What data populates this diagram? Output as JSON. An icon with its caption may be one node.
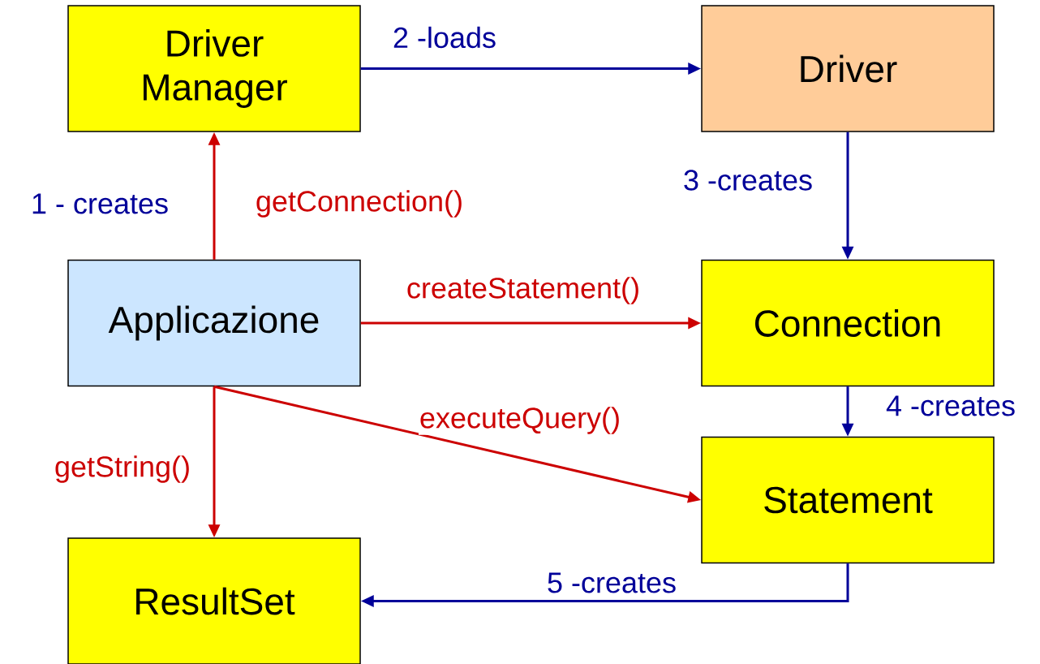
{
  "diagram": {
    "nodes": [
      {
        "text": [
          "Driver Manager"
        ]
      },
      {
        "text": [
          "Driver"
        ]
      },
      {
        "text": [
          "Applicazione"
        ]
      },
      {
        "text": [
          "Connection"
        ]
      },
      {
        "text": [
          "Statement"
        ]
      },
      {
        "text": [
          "ResultSet"
        ]
      }
    ],
    "edges": [
      {
        "from": 0,
        "to": 1,
        "arrow": "to",
        "label": "2 -loads",
        "color": "#000099"
      },
      {
        "from": 1,
        "to": 3,
        "arrow": "to",
        "label": "3 -creates",
        "color": "#000099"
      },
      {
        "from": 3,
        "to": 4,
        "arrow": "to",
        "label": "4 -creates",
        "color": "#000099"
      },
      {
        "from": 4,
        "to": 5,
        "arrow": "to",
        "label": "5 -creates",
        "color": "#000099"
      },
      {
        "from": 2,
        "to": 0,
        "arrow": "to",
        "label": "getConnection()",
        "color": "#cc0000"
      },
      {
        "from": 2,
        "to": 3,
        "arrow": "to",
        "label": "createStatement()",
        "color": "#cc0000"
      },
      {
        "from": 2,
        "to": 4,
        "arrow": "to",
        "label": "executeQuery()",
        "color": "#cc0000"
      },
      {
        "from": 2,
        "to": 5,
        "arrow": "to",
        "label": "getString()",
        "color": "#cc0000"
      }
    ],
    "labels": [
      "1 - creates"
    ]
  }
}
